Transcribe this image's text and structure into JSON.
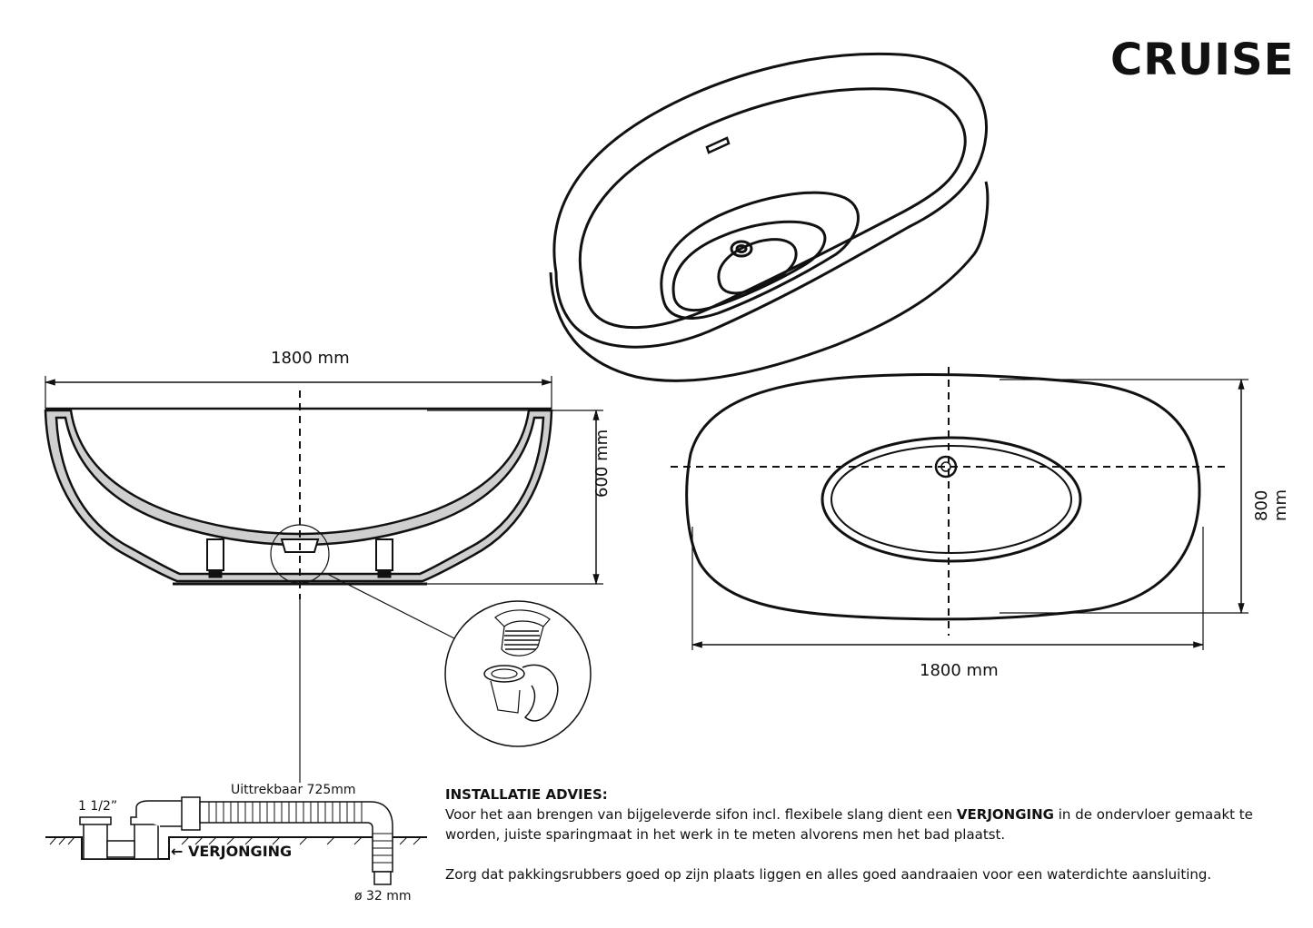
{
  "title": "CRUISE",
  "dimensions": {
    "side_width": "1800 mm",
    "side_height": "600 mm",
    "top_width": "1800 mm",
    "top_height": "800 mm"
  },
  "siphon": {
    "extendable_label": "Uittrekbaar 725mm",
    "size_label": "1 1/2”",
    "diameter_label": "ø 32 mm",
    "recess_label": "← VERJONGING"
  },
  "advice": {
    "heading": "INSTALLATIE ADVIES:",
    "p1_before": "Voor het aan brengen van bijgeleverde sifon incl. flexibele slang dient een ",
    "p1_bold": "VERJONGING",
    "p1_after": " in de ondervloer gemaakt te worden, juiste sparingmaat in het werk in te meten alvorens men het bad plaatst.",
    "p2": "Zorg dat pakkingsrubbers goed op zijn plaats liggen en alles goed aandraaien voor een waterdichte aansluiting."
  }
}
